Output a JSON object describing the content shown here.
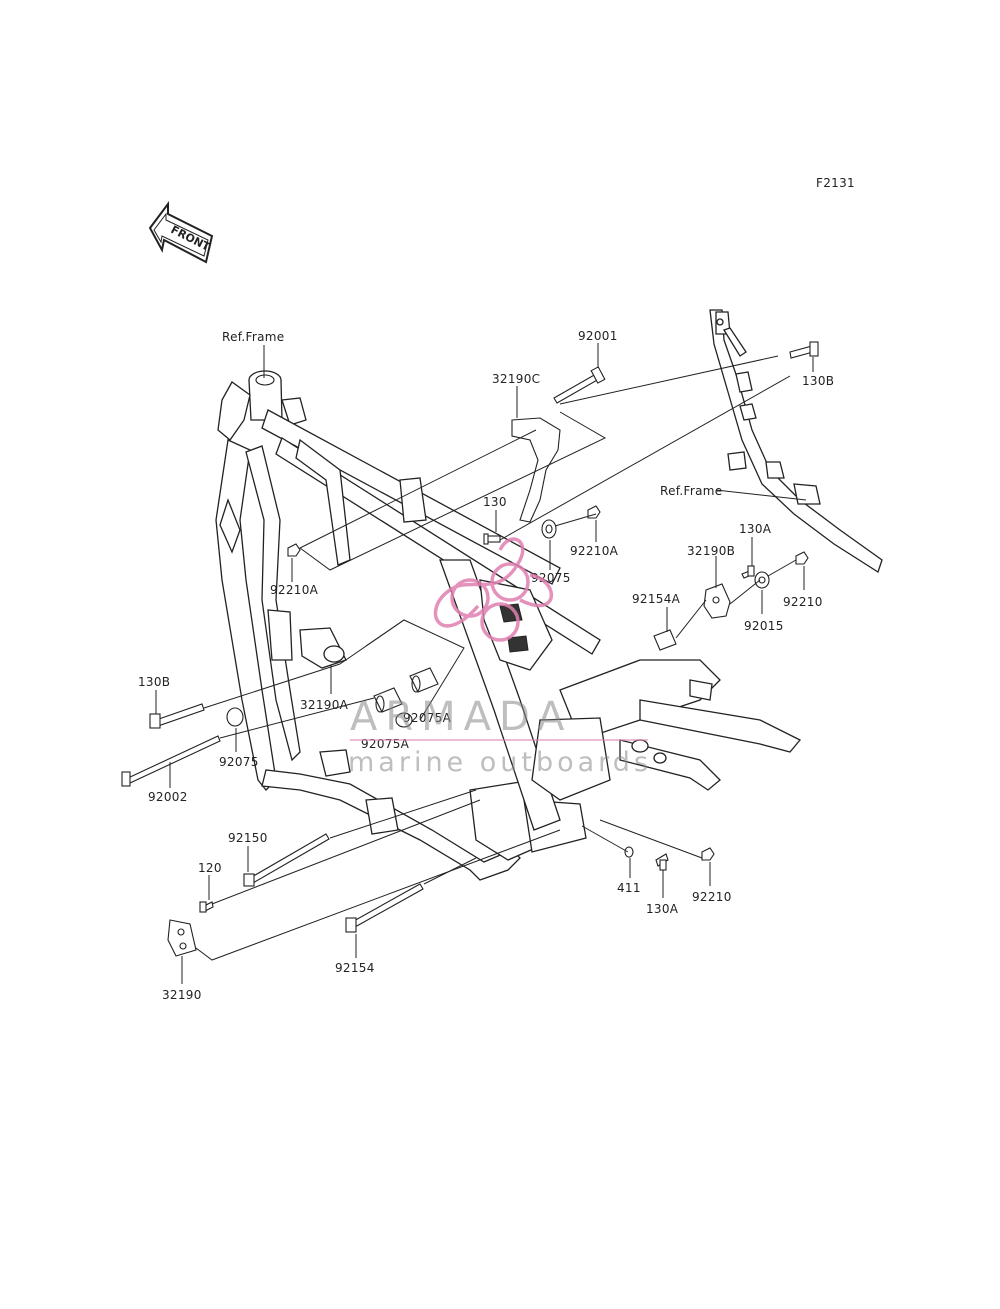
{
  "diagram": {
    "code": "F2131",
    "front_arrow": "FRONT",
    "labels": {
      "ref_frame_left": "Ref.Frame",
      "ref_frame_right": "Ref.Frame",
      "p92001": "92001",
      "p32190C": "32190C",
      "p130B_top": "130B",
      "p130": "130",
      "p92210A_right": "92210A",
      "p92210A_left": "92210A",
      "p92075_top": "92075",
      "p130A_top": "130A",
      "p32190B": "32190B",
      "p92154A": "92154A",
      "p92210_right": "92210",
      "p92015": "92015",
      "p130B_left": "130B",
      "p32190A": "32190A",
      "p92075A_1": "92075A",
      "p92075A_2": "92075A",
      "p92075_left": "92075",
      "p92002": "92002",
      "p92150": "92150",
      "p120": "120",
      "p32190": "32190",
      "p92154": "92154",
      "p411": "411",
      "p130A_bottom": "130A",
      "p92210_bottom": "92210"
    }
  },
  "watermark": {
    "brand": "ARMADA",
    "tagline": "marine outboards",
    "logo_color": "#e07fb0"
  }
}
